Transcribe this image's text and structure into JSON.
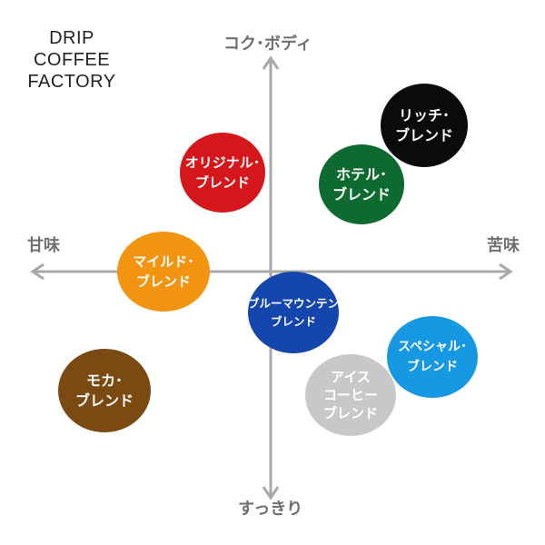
{
  "brand": {
    "line1": "DRIP",
    "line2": "COFFEE",
    "line3": "FACTORY"
  },
  "axes": {
    "top": "コク･ボディ",
    "bottom": "すっきり",
    "left": "甘味",
    "right": "苦味"
  },
  "colors": {
    "axis": "#a8a8a8",
    "axis_label": "#6f6f6f"
  },
  "blends": [
    {
      "id": "rich",
      "lines": [
        "リッチ･",
        "ブレンド"
      ],
      "color": "#0b0b0b",
      "text_color": "#ffffff"
    },
    {
      "id": "original",
      "lines": [
        "オリジナル･",
        "ブレンド"
      ],
      "color": "#d5161b",
      "text_color": "#ffffff"
    },
    {
      "id": "hotel",
      "lines": [
        "ホテル･",
        "ブレンド"
      ],
      "color": "#0d6b2f",
      "text_color": "#ffffff"
    },
    {
      "id": "mild",
      "lines": [
        "マイルド･",
        "ブレンド"
      ],
      "color": "#f29410",
      "text_color": "#ffffff"
    },
    {
      "id": "bluemountain",
      "lines": [
        "ブルーマウンテン",
        "ブレンド"
      ],
      "color": "#1446ad",
      "text_color": "#ffffff"
    },
    {
      "id": "special",
      "lines": [
        "スペシャル･",
        "ブレンド"
      ],
      "color": "#1698e2",
      "text_color": "#ffffff"
    },
    {
      "id": "mocha",
      "lines": [
        "モカ･",
        "ブレンド"
      ],
      "color": "#7b4a12",
      "text_color": "#ffffff"
    },
    {
      "id": "iced",
      "lines": [
        "アイス",
        "コーヒー",
        "ブレンド"
      ],
      "color": "#c8c8c8",
      "text_color": "#1446ad"
    }
  ]
}
